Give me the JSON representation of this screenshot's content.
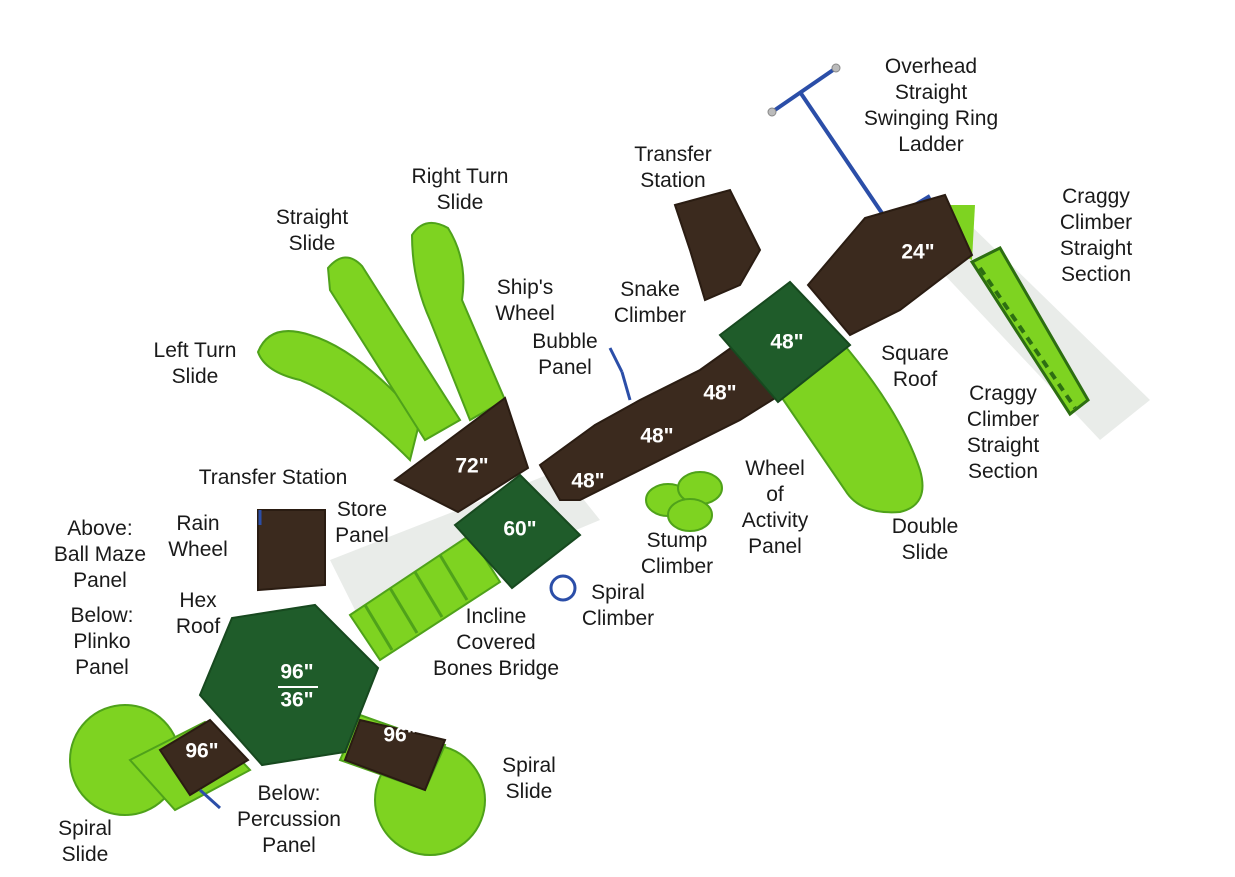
{
  "colors": {
    "lime": "#7ed321",
    "lime_dark": "#4fa21a",
    "deck": "#3b2a1e",
    "roof": "#1f5c2a",
    "roof_dark": "#17491f",
    "post": "#2b4ea8"
  },
  "labels": {
    "overhead_ladder": "Overhead\nStraight\nSwinging Ring\nLadder",
    "transfer_station_top": "Transfer\nStation",
    "craggy_top": "Craggy\nClimber\nStraight\nSection",
    "right_turn_slide": "Right Turn\nSlide",
    "straight_slide": "Straight\nSlide",
    "ships_wheel": "Ship's\nWheel",
    "snake_climber": "Snake\nClimber",
    "bubble_panel": "Bubble\nPanel",
    "left_turn_slide": "Left Turn\nSlide",
    "square_roof": "Square\nRoof",
    "craggy_mid": "Craggy\nClimber\nStraight\nSection",
    "transfer_station_left": "Transfer Station",
    "wheel_activity": "Wheel\nof\nActivity\nPanel",
    "store_panel": "Store\nPanel",
    "double_slide": "Double\nSlide",
    "rain_wheel": "Rain\nWheel",
    "above_ball_maze": "Above:\nBall Maze\nPanel",
    "stump_climber": "Stump\nClimber",
    "spiral_climber": "Spiral\nClimber",
    "below_plinko": "Below:\nPlinko\nPanel",
    "hex_roof": "Hex\nRoof",
    "incline_bridge": "Incline\nCovered\nBones Bridge",
    "spiral_slide_right": "Spiral\nSlide",
    "below_percussion": "Below:\nPercussion\nPanel",
    "spiral_slide_left": "Spiral\nSlide"
  },
  "heights": {
    "h24": "24\"",
    "h48_a": "48\"",
    "h48_b": "48\"",
    "h48_c": "48\"",
    "h48_d": "48\"",
    "h72": "72\"",
    "h60": "60\"",
    "h96_top": "96\"",
    "h36": "36\"",
    "h96_left": "96\"",
    "h96_right": "96\""
  }
}
